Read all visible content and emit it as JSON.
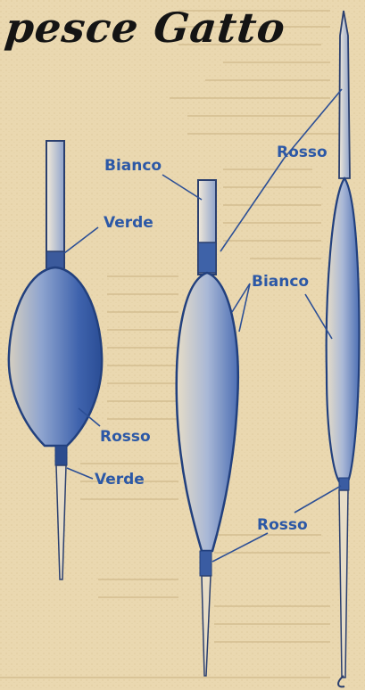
{
  "title": "pesce Gatto",
  "labels": {
    "bianco_1": "Bianco",
    "verde_1": "Verde",
    "rosso_1": "Rosso",
    "verde_2": "Verde",
    "rosso_top": "Rosso",
    "bianco_2": "Bianco",
    "rosso_bottom": "Rosso"
  },
  "colors": {
    "paper": "#ead8b0",
    "ink_blue": "#2c58a6",
    "float_body": "#5d7fbf",
    "title_ink": "#141414"
  }
}
